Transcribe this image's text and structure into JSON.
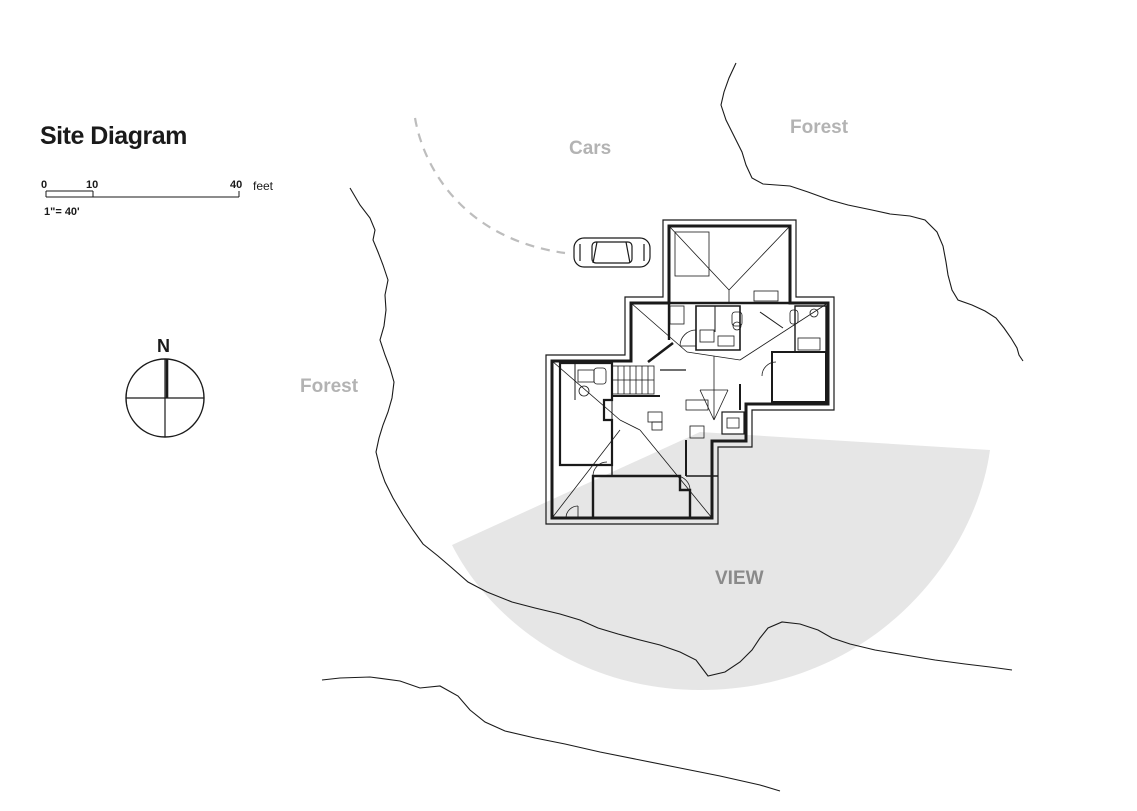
{
  "diagram": {
    "title": "Site Diagram",
    "scale_bar": {
      "ticks": [
        "0",
        "10",
        "40"
      ],
      "unit": "feet",
      "ratio": "1\"= 40'"
    },
    "north_arrow": {
      "label": "N"
    },
    "labels": {
      "forest_northeast": "Forest",
      "cars": "Cars",
      "forest_west": "Forest",
      "view": "VIEW"
    },
    "colors": {
      "line": "#1a1a1a",
      "label_gray": "#b3b3b3",
      "view_fill": "#e6e6e6",
      "view_text": "#8a8a8a"
    }
  }
}
